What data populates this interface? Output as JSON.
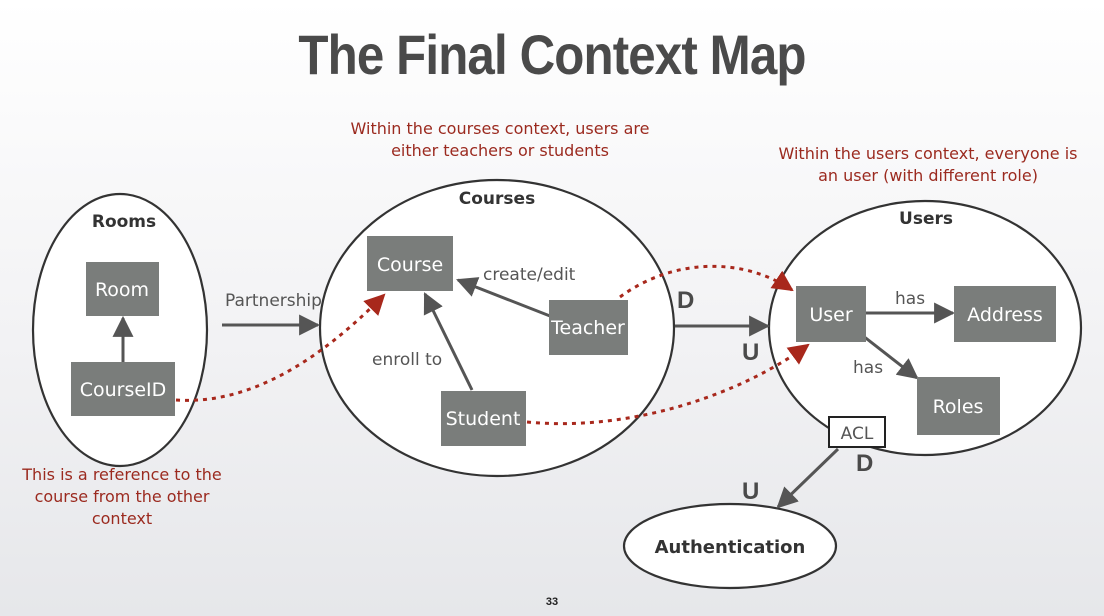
{
  "slide": {
    "title": "The Final Context Map",
    "page_number": "33"
  },
  "notes": {
    "courses": "Within the courses context, users are either teachers or students",
    "users": "Within the users context, everyone is an user (with different role)",
    "rooms": "This is a reference to the course from the other context"
  },
  "contexts": {
    "rooms": "Rooms",
    "courses": "Courses",
    "users": "Users",
    "authentication": "Authentication"
  },
  "entities": {
    "room": "Room",
    "course_id": "CourseID",
    "course": "Course",
    "teacher": "Teacher",
    "student": "Student",
    "user": "User",
    "address": "Address",
    "roles": "Roles",
    "acl": "ACL"
  },
  "relations": {
    "partnership": "Partnership",
    "create_edit": "create/edit",
    "enroll_to": "enroll to",
    "has_address": "has",
    "has_roles": "has",
    "downstream_courses": "D",
    "upstream_users": "U",
    "downstream_users": "D",
    "upstream_auth": "U"
  },
  "colors": {
    "box_fill": "#7a7d7b",
    "note_text": "#9b2a1f",
    "reference_arrow": "#a8281c",
    "title_text": "#4a4a4a"
  }
}
